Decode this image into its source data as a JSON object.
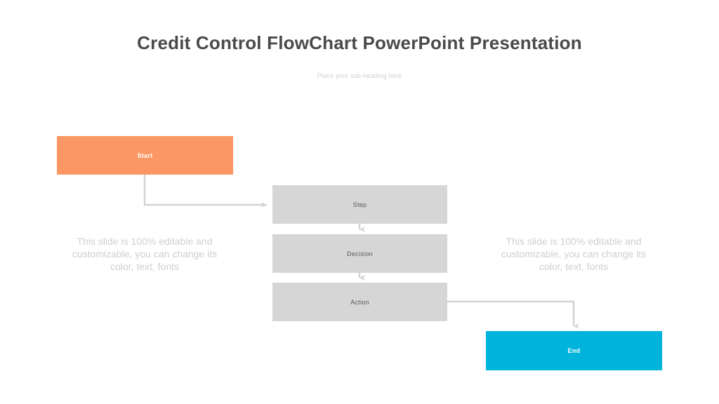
{
  "header": {
    "title": "Credit Control FlowChart PowerPoint Presentation",
    "subtitle": "Place your sub-heading here"
  },
  "colors": {
    "start": "#fb9764",
    "end": "#00b3db",
    "step": "#d6d6d6",
    "connector": "#d2d2d2",
    "title_text": "#4a4a4a",
    "body_text": "#cfcfcf",
    "box_text_dark": "#585858",
    "box_text_light": "#ffffff",
    "background": "#ffffff"
  },
  "flowchart": {
    "nodes": [
      {
        "id": "start",
        "label": "Start"
      },
      {
        "id": "step",
        "label": "Step"
      },
      {
        "id": "decision",
        "label": "Decision"
      },
      {
        "id": "action",
        "label": "Action"
      },
      {
        "id": "end",
        "label": "End"
      }
    ],
    "connectors": [
      {
        "from": "start",
        "to": "step",
        "shape": "elbow-down-right"
      },
      {
        "from": "step",
        "to": "decision",
        "shape": "straight-down"
      },
      {
        "from": "decision",
        "to": "action",
        "shape": "straight-down"
      },
      {
        "from": "action",
        "to": "end",
        "shape": "elbow-right-down"
      }
    ]
  },
  "annotations": {
    "left_text": "This slide is 100% editable and customizable, you can change its color, text, fonts",
    "right_text": "This slide is 100% editable and customizable, you can change its color, text, fonts"
  }
}
